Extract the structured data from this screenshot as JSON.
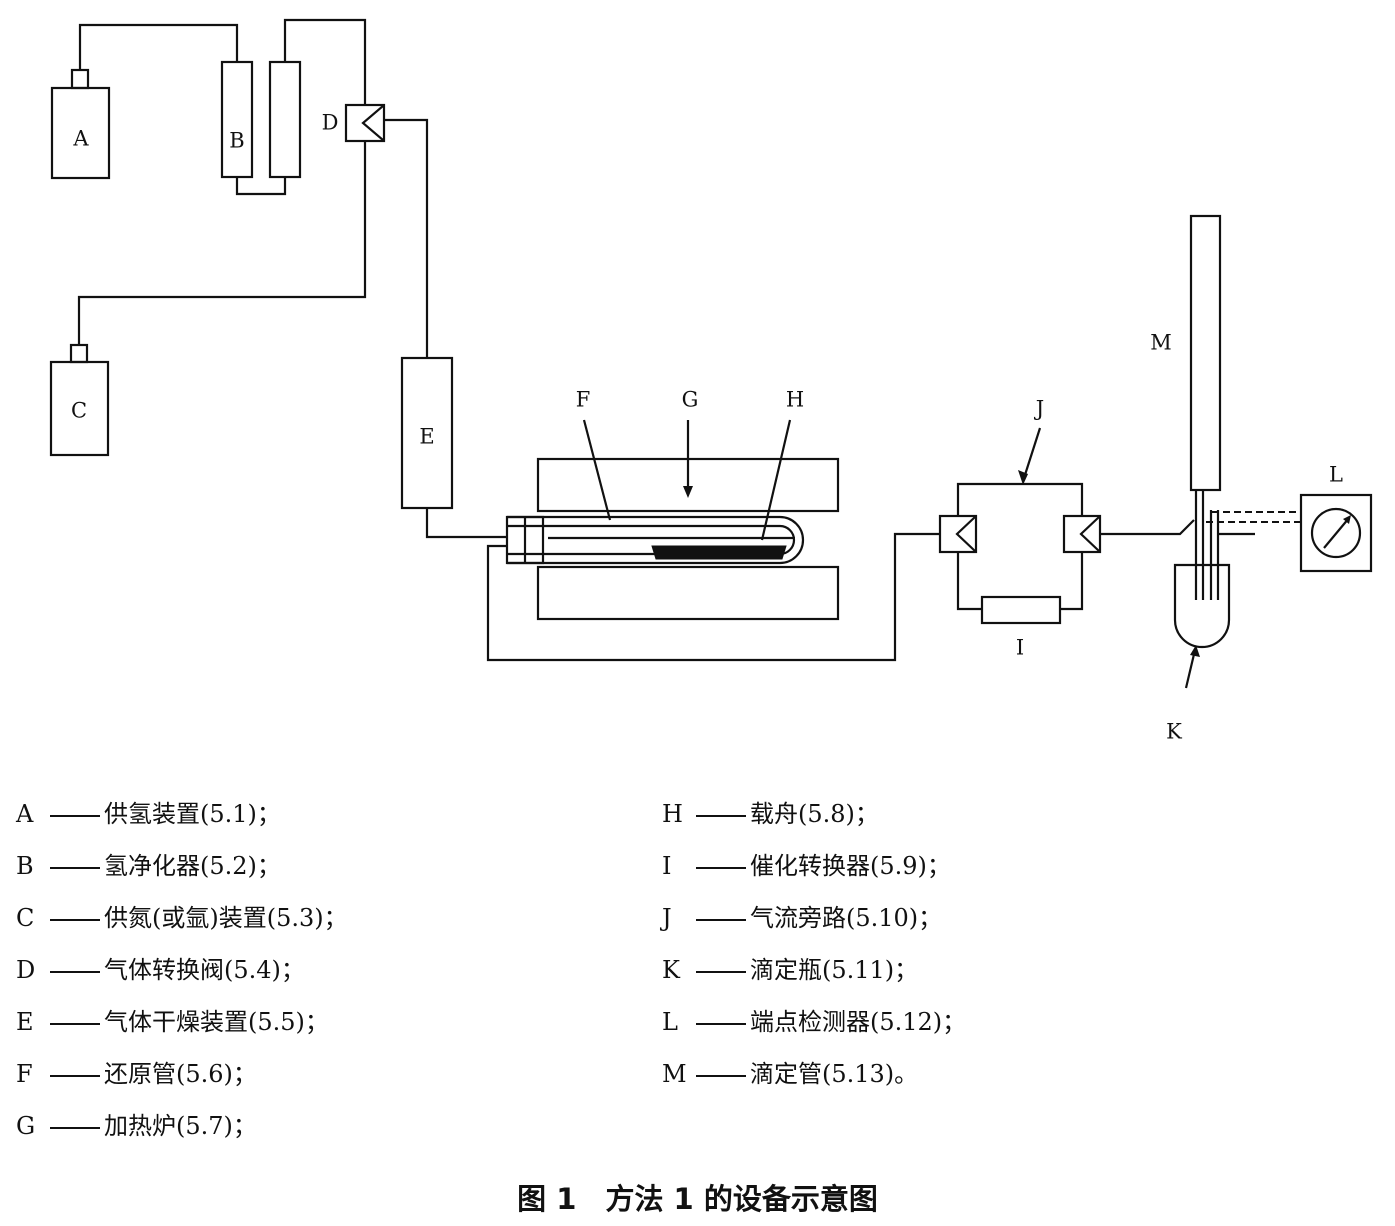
{
  "diagram": {
    "labels": {
      "A": "A",
      "B": "B",
      "C": "C",
      "D": "D",
      "E": "E",
      "F": "F",
      "G": "G",
      "H": "H",
      "I": "I",
      "J": "J",
      "K": "K",
      "L": "L",
      "M": "M"
    }
  },
  "legend": {
    "left": [
      {
        "key": "A",
        "text": "供氢装置(5.1)；"
      },
      {
        "key": "B",
        "text": "氢净化器(5.2)；"
      },
      {
        "key": "C",
        "text": "供氮(或氩)装置(5.3)；"
      },
      {
        "key": "D",
        "text": "气体转换阀(5.4)；"
      },
      {
        "key": "E",
        "text": "气体干燥装置(5.5)；"
      },
      {
        "key": "F",
        "text": "还原管(5.6)；"
      },
      {
        "key": "G",
        "text": "加热炉(5.7)；"
      }
    ],
    "right": [
      {
        "key": "H",
        "text": "载舟(5.8)；"
      },
      {
        "key": "I",
        "text": "催化转换器(5.9)；"
      },
      {
        "key": "J",
        "text": "气流旁路(5.10)；"
      },
      {
        "key": "K",
        "text": "滴定瓶(5.11)；"
      },
      {
        "key": "L",
        "text": "端点检测器(5.12)；"
      },
      {
        "key": "M",
        "text": "滴定管(5.13)。"
      }
    ]
  },
  "caption": "图 1　方法 1 的设备示意图"
}
